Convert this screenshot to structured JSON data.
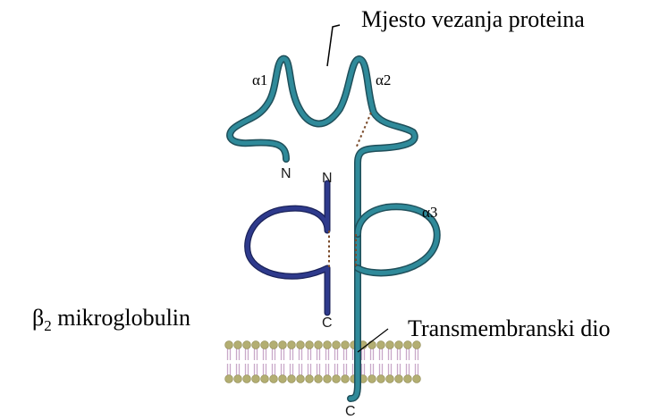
{
  "labels": {
    "binding_site": "Mjesto vezanja proteina",
    "alpha1": "α1",
    "alpha2": "α2",
    "alpha3": "α3",
    "n_terminus_heavy": "N",
    "n_terminus_b2m": "N",
    "c_terminus_b2m": "C",
    "c_terminus_heavy": "C",
    "b2m_symbol": "β",
    "b2m_subscript": "2",
    "b2m_name": " mikroglobulin",
    "transmembrane": "Transmembranski dio"
  },
  "colors": {
    "heavy_chain": "#2f8a9a",
    "heavy_chain_outline": "#1f4f5a",
    "b2m_chain": "#2e3a8c",
    "b2m_chain_outline": "#1a2259",
    "disulfide": "#7a4a2a",
    "lipid_head": "#b3ae72",
    "lipid_tail": "#c9a9c9"
  }
}
